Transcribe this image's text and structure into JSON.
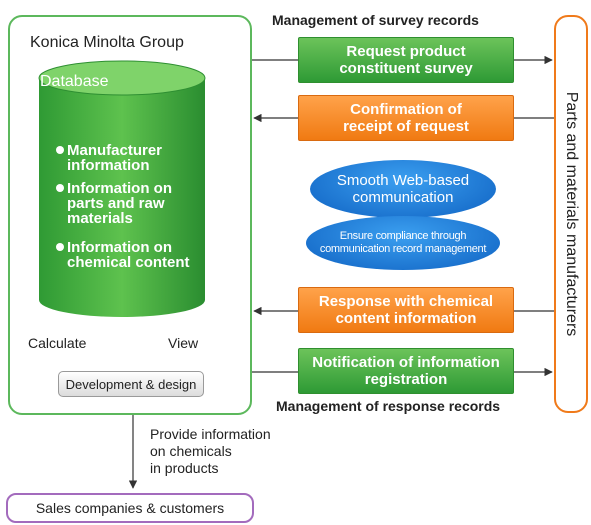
{
  "survey_records_title": "Management of survey records",
  "response_records_title": "Management of response records",
  "group": {
    "title": "Konica Minolta Group",
    "database": {
      "title": "Database",
      "items": [
        [
          "Manufacturer",
          "information"
        ],
        [
          "Information on",
          "parts and raw",
          "materials"
        ],
        [
          "Information on",
          "chemical content"
        ]
      ]
    },
    "calculate_label": "Calculate",
    "view_label": "View",
    "development_label": "Development & design"
  },
  "manufacturers_label": "Parts and materials manufacturers",
  "actions": [
    {
      "lines": [
        "Request product",
        "constituent survey"
      ],
      "color": "green",
      "direction": "right"
    },
    {
      "lines": [
        "Confirmation of",
        "receipt of request"
      ],
      "color": "orange",
      "direction": "left"
    },
    {
      "lines": [
        "Response with chemical",
        "content information"
      ],
      "color": "orange",
      "direction": "left"
    },
    {
      "lines": [
        "Notification of information",
        "registration"
      ],
      "color": "green",
      "direction": "right"
    }
  ],
  "web_bubble": [
    "Smooth Web-based",
    "communication"
  ],
  "compliance_bubble": [
    "Ensure compliance through",
    "communication record management"
  ],
  "provide_info": [
    "Provide information",
    "on chemicals",
    "in products"
  ],
  "sales_label": "Sales companies & customers",
  "colors": {
    "group_border": "#5cb85c",
    "manufacturer_border": "#f07a1a",
    "sales_border": "#a36bbd",
    "green_button": "#2e9a35",
    "orange_button": "#f07a12",
    "blue_bubble": "#0f62c2"
  }
}
